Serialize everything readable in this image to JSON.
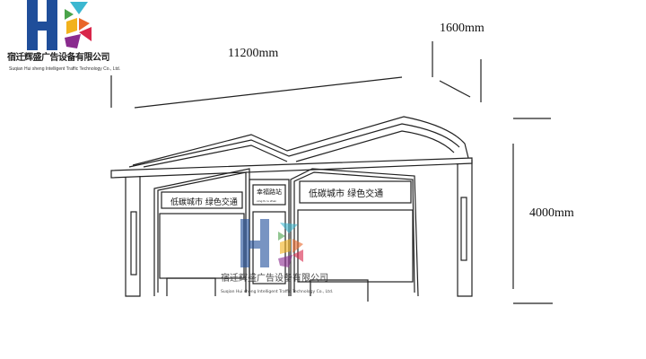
{
  "logo": {
    "company_cn": "宿迁辉盛广告设备有限公司",
    "company_en": "Suqian Hui sheng Intelligent Traffic Technology Co., Ltd.",
    "colors": {
      "blue": "#1f4e9a",
      "cyan": "#3bb7d0",
      "green": "#4aa34a",
      "yellow": "#f2b21c",
      "orange": "#e8662a",
      "red": "#d8264a",
      "purple": "#8a2b8e"
    }
  },
  "dimensions": {
    "length": "11200mm",
    "depth": "1600mm",
    "height": "4000mm"
  },
  "shelter": {
    "left_slogan": "低碳城市  绿色交通",
    "right_slogan": "低碳城市  绿色交通",
    "station_name": "幸福路站",
    "station_pinyin": "xing fu lu zhan"
  },
  "watermark": {
    "company_cn": "宿迁辉盛广告设备有限公司",
    "company_en": "Suqian Hui sheng Intelligent Traffic Technology Co., Ltd."
  }
}
